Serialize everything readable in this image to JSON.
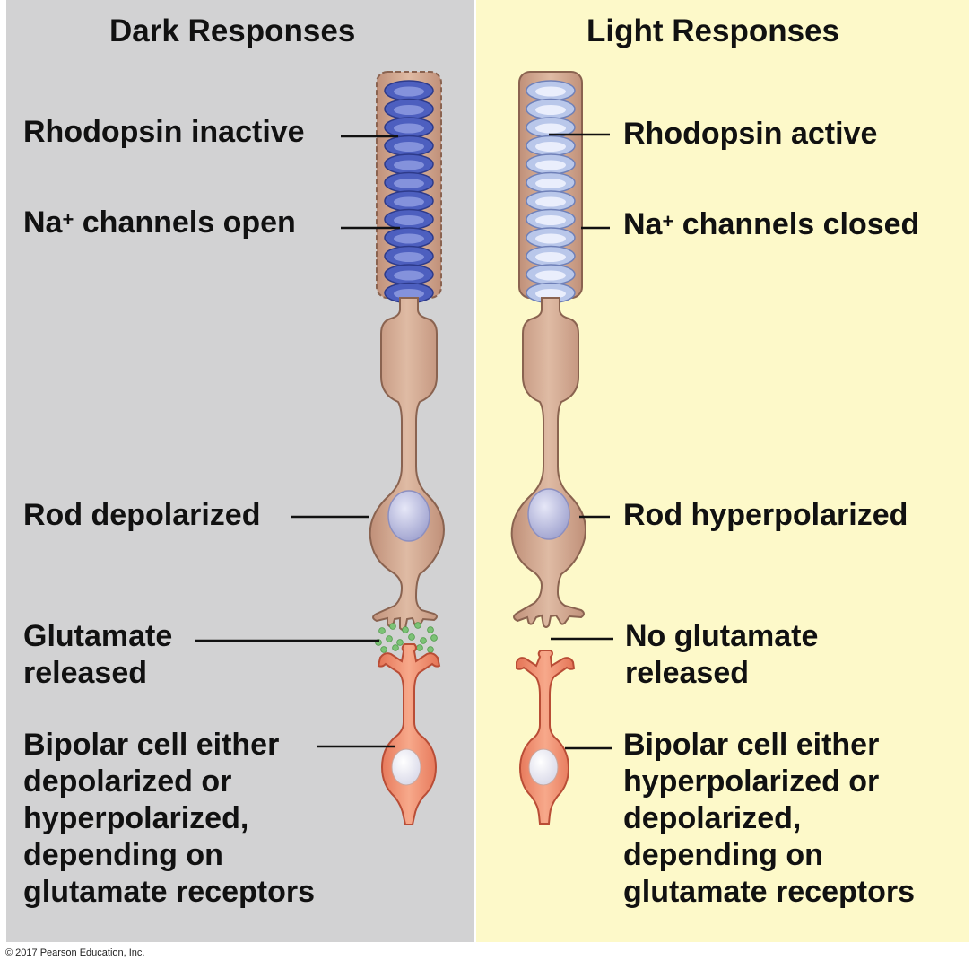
{
  "dark": {
    "heading": "Dark Responses",
    "rhodopsin": "Rhodopsin inactive",
    "na_prefix": "Na",
    "na_sup": "+",
    "na_suffix": " channels open",
    "rod": "Rod depolarized",
    "glutamate_line1": "Glutamate",
    "glutamate_line2": "released",
    "bipolar_lines": [
      "Bipolar cell either",
      "depolarized or",
      "hyperpolarized,",
      "depending on",
      "glutamate receptors"
    ]
  },
  "light": {
    "heading": "Light Responses",
    "rhodopsin": "Rhodopsin active",
    "na_prefix": "Na",
    "na_sup": "+",
    "na_suffix": " channels closed",
    "rod": "Rod hyperpolarized",
    "glutamate_line1": "No glutamate",
    "glutamate_line2": "released",
    "bipolar_lines": [
      "Bipolar cell either",
      "hyperpolarized or",
      "depolarized,",
      "depending on",
      "glutamate receptors"
    ]
  },
  "copyright": "© 2017 Pearson Education, Inc.",
  "colors": {
    "dark_bg": "#d2d2d3",
    "light_bg": "#fdf9c9",
    "rod_body": "#d4ad94",
    "disc_dark": "#4d5fbf",
    "disc_light": "#b9c7ea",
    "bipolar": "#ef8e6f",
    "glutamate": "#7cc276",
    "nucleus": "#c3c4e6"
  }
}
